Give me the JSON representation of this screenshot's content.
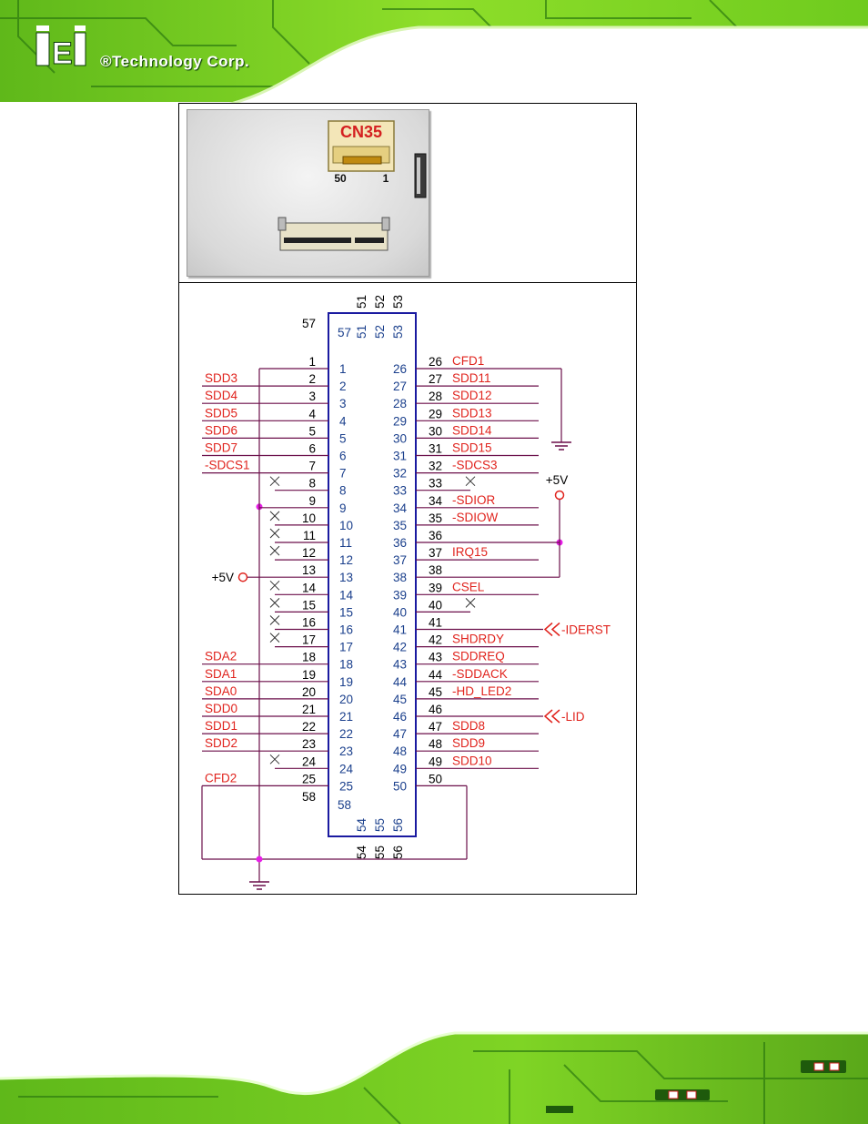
{
  "header": {
    "logo_mark": "iEi",
    "logo_text": "®Technology Corp."
  },
  "photo": {
    "connector_label": "CN35",
    "pin_left_label": "50",
    "pin_right_label": "1"
  },
  "schematic": {
    "top_extra_pins": [
      "51",
      "52",
      "53"
    ],
    "bottom_extra_pins": [
      "54",
      "55",
      "56"
    ],
    "corner_top_left": "57",
    "corner_bottom_left": "58",
    "power_label": "+5V",
    "left_rows": [
      {
        "pin": "1",
        "inner": "1",
        "signal": "",
        "nc": false,
        "wire": "gnd"
      },
      {
        "pin": "2",
        "inner": "2",
        "signal": "SDD3",
        "nc": false
      },
      {
        "pin": "3",
        "inner": "3",
        "signal": "SDD4",
        "nc": false
      },
      {
        "pin": "4",
        "inner": "4",
        "signal": "SDD5",
        "nc": false
      },
      {
        "pin": "5",
        "inner": "5",
        "signal": "SDD6",
        "nc": false
      },
      {
        "pin": "6",
        "inner": "6",
        "signal": "SDD7",
        "nc": false
      },
      {
        "pin": "7",
        "inner": "7",
        "signal": "-SDCS1",
        "nc": false
      },
      {
        "pin": "8",
        "inner": "8",
        "signal": "",
        "nc": true
      },
      {
        "pin": "9",
        "inner": "9",
        "signal": "",
        "nc": false,
        "wire": "gnd-dot"
      },
      {
        "pin": "10",
        "inner": "10",
        "signal": "",
        "nc": true
      },
      {
        "pin": "11",
        "inner": "11",
        "signal": "",
        "nc": true
      },
      {
        "pin": "12",
        "inner": "12",
        "signal": "",
        "nc": true
      },
      {
        "pin": "13",
        "inner": "13",
        "signal": "",
        "nc": false,
        "wire": "power"
      },
      {
        "pin": "14",
        "inner": "14",
        "signal": "",
        "nc": true
      },
      {
        "pin": "15",
        "inner": "15",
        "signal": "",
        "nc": true
      },
      {
        "pin": "16",
        "inner": "16",
        "signal": "",
        "nc": true
      },
      {
        "pin": "17",
        "inner": "17",
        "signal": "",
        "nc": true
      },
      {
        "pin": "18",
        "inner": "18",
        "signal": "SDA2",
        "nc": false
      },
      {
        "pin": "19",
        "inner": "19",
        "signal": "SDA1",
        "nc": false
      },
      {
        "pin": "20",
        "inner": "20",
        "signal": "SDA0",
        "nc": false
      },
      {
        "pin": "21",
        "inner": "21",
        "signal": "SDD0",
        "nc": false
      },
      {
        "pin": "22",
        "inner": "22",
        "signal": "SDD1",
        "nc": false
      },
      {
        "pin": "23",
        "inner": "23",
        "signal": "SDD2",
        "nc": false
      },
      {
        "pin": "24",
        "inner": "24",
        "signal": "",
        "nc": true
      },
      {
        "pin": "25",
        "inner": "25",
        "signal": "CFD2",
        "nc": false,
        "wire": "loop"
      }
    ],
    "right_rows": [
      {
        "pin": "26",
        "inner": "26",
        "signal": "CFD1",
        "nc": false,
        "wire": "gnd"
      },
      {
        "pin": "27",
        "inner": "27",
        "signal": "SDD11",
        "nc": false
      },
      {
        "pin": "28",
        "inner": "28",
        "signal": "SDD12",
        "nc": false
      },
      {
        "pin": "29",
        "inner": "29",
        "signal": "SDD13",
        "nc": false
      },
      {
        "pin": "30",
        "inner": "30",
        "signal": "SDD14",
        "nc": false
      },
      {
        "pin": "31",
        "inner": "31",
        "signal": "SDD15",
        "nc": false
      },
      {
        "pin": "32",
        "inner": "32",
        "signal": "-SDCS3",
        "nc": false
      },
      {
        "pin": "33",
        "inner": "33",
        "signal": "",
        "nc": true
      },
      {
        "pin": "34",
        "inner": "34",
        "signal": "-SDIOR",
        "nc": false
      },
      {
        "pin": "35",
        "inner": "35",
        "signal": "-SDIOW",
        "nc": false
      },
      {
        "pin": "36",
        "inner": "36",
        "signal": "",
        "nc": false,
        "wire": "power-dot"
      },
      {
        "pin": "37",
        "inner": "37",
        "signal": "IRQ15",
        "nc": false
      },
      {
        "pin": "38",
        "inner": "38",
        "signal": "",
        "nc": false,
        "wire": "power"
      },
      {
        "pin": "39",
        "inner": "39",
        "signal": "CSEL",
        "nc": false
      },
      {
        "pin": "40",
        "inner": "40",
        "signal": "",
        "nc": true
      },
      {
        "pin": "41",
        "inner": "41",
        "signal": "-IDERST",
        "nc": false,
        "wire": "port"
      },
      {
        "pin": "42",
        "inner": "42",
        "signal": "SHDRDY",
        "nc": false
      },
      {
        "pin": "43",
        "inner": "43",
        "signal": "SDDREQ",
        "nc": false
      },
      {
        "pin": "44",
        "inner": "44",
        "signal": "-SDDACK",
        "nc": false
      },
      {
        "pin": "45",
        "inner": "45",
        "signal": "-HD_LED2",
        "nc": false
      },
      {
        "pin": "46",
        "inner": "46",
        "signal": "-LID",
        "nc": false,
        "wire": "port"
      },
      {
        "pin": "47",
        "inner": "47",
        "signal": "SDD8",
        "nc": false
      },
      {
        "pin": "48",
        "inner": "48",
        "signal": "SDD9",
        "nc": false
      },
      {
        "pin": "49",
        "inner": "49",
        "signal": "SDD10",
        "nc": false
      },
      {
        "pin": "50",
        "inner": "50",
        "signal": "",
        "nc": false,
        "wire": "loop"
      }
    ]
  },
  "colors": {
    "pcb_green": "#7ed321",
    "pcb_dark": "#2f6b12",
    "wire": "#6b0f4a",
    "signal_text": "#e0231d",
    "junction": "#e81ee8",
    "box_border": "#1a1aa0",
    "inner_text": "#1a3f8c"
  }
}
